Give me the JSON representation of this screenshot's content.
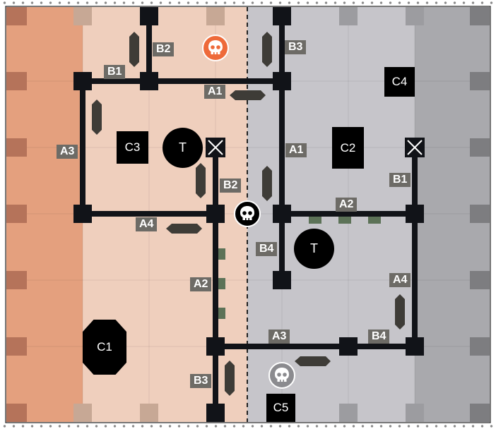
{
  "map": {
    "zone_colors": {
      "deploy_orange": "#e4a07e",
      "orange_light": "#efcfbd",
      "gray_light": "#c6c5ca",
      "deploy_gray": "#a9a9ad",
      "wall": "#111318",
      "label_bg": "#6d6b66",
      "slot_green": "#5c7257",
      "skull_orange": "#ee6a3a"
    },
    "wall_labels": {
      "b2_top": "B2",
      "b3_top": "B3",
      "b1_left": "B1",
      "a1_center": "A1",
      "a3_left": "A3",
      "a1_right": "A1",
      "b2_center": "B2",
      "b1_right": "B1",
      "a2_right": "A2",
      "a4_left": "A4",
      "b4_center": "B4",
      "a2_center": "A2",
      "a4_right": "A4",
      "a3_bottom": "A3",
      "b4_bottom": "B4",
      "b3_bottom": "B3"
    },
    "terrain": {
      "c1": "C1",
      "c2": "C2",
      "c3": "C3",
      "c4": "C4",
      "c5": "C5"
    },
    "tokens": {
      "t_left": "T",
      "t_right": "T"
    },
    "icons": {
      "objective_orange": "skull-icon",
      "objective_center": "skull-icon",
      "objective_gray": "skull-icon",
      "hatch": "cross-icon"
    }
  }
}
